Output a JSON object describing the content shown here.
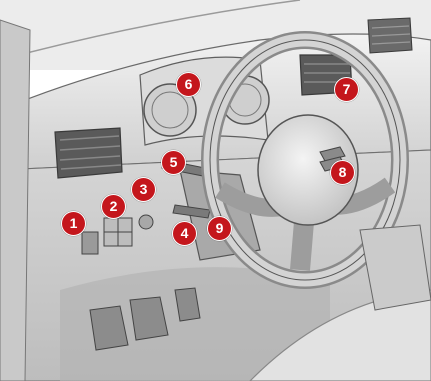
{
  "callouts": [
    {
      "number": "1",
      "target": "left-dashboard-switch-panel"
    },
    {
      "number": "2",
      "target": "dashboard-switch-panel"
    },
    {
      "number": "3",
      "target": "steering-column-lever-area"
    },
    {
      "number": "4",
      "target": "steering-column-lower-controls"
    },
    {
      "number": "5",
      "target": "lighting-stalk"
    },
    {
      "number": "6",
      "target": "instrument-panel"
    },
    {
      "number": "7",
      "target": "right-air-vent-area"
    },
    {
      "number": "8",
      "target": "steering-wheel-airbag"
    },
    {
      "number": "9",
      "target": "steering-column-adjustment"
    }
  ],
  "colors": {
    "callout_fill": "#c4161c",
    "callout_text": "#ffffff",
    "line_art": "#555555",
    "panel_shade": "#d9d9d9"
  }
}
